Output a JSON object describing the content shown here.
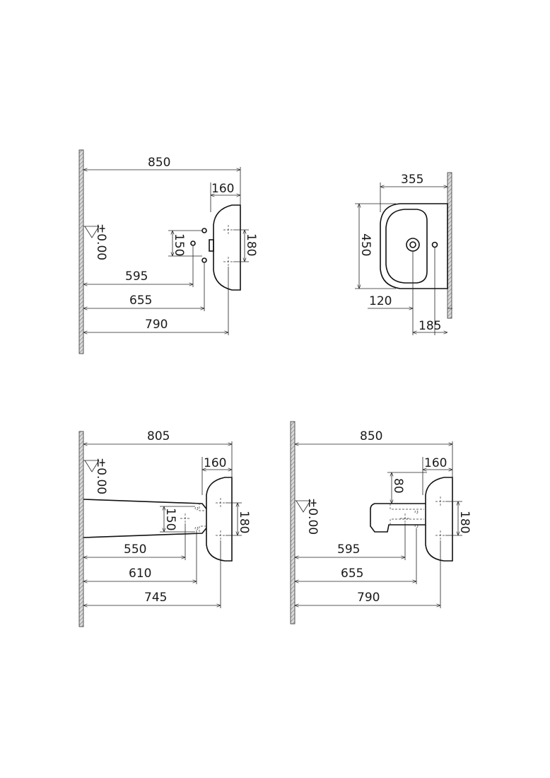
{
  "views": {
    "top_left": {
      "dims": {
        "overall": "850",
        "basin_depth": "160",
        "hole_spacing_v": "150",
        "bracket_spacing": "180",
        "d1": "595",
        "d2": "655",
        "d3": "790"
      },
      "level": "±0.00"
    },
    "top_right": {
      "dims": {
        "depth": "355",
        "width": "450",
        "tap_offset": "120",
        "waste_offset": "185"
      }
    },
    "bottom_left": {
      "dims": {
        "overall": "805",
        "basin_depth": "160",
        "hole_spacing_v": "150",
        "bracket_spacing": "180",
        "d1": "550",
        "d2": "610",
        "d3": "745"
      },
      "level": "±0.00"
    },
    "bottom_right": {
      "dims": {
        "overall": "850",
        "basin_depth": "160",
        "siphon_height": "80",
        "bracket_spacing": "180",
        "d1": "595",
        "d2": "655",
        "d3": "790"
      },
      "level": "±0.00"
    }
  }
}
